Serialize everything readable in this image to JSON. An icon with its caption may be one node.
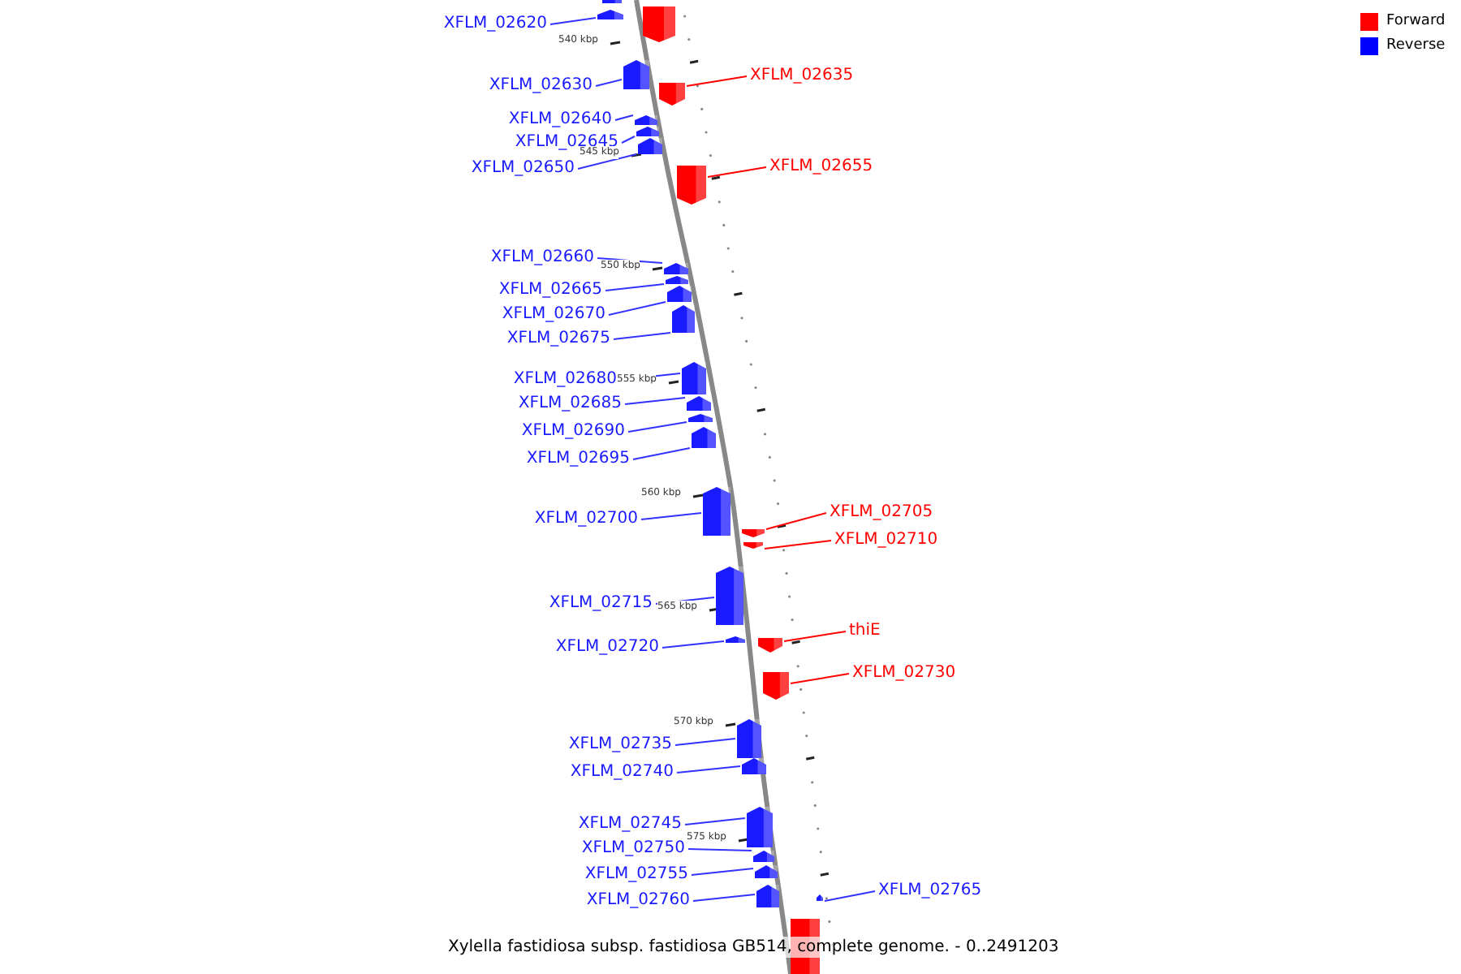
{
  "diagram": {
    "caption": "Xylella fastidiosa subsp. fastidiosa GB514, complete genome. - 0..2491203",
    "nodes": [
      {
        "text": [],
        "shape": "bar"
      },
      {
        "text": [
          "XFLM_02620"
        ]
      },
      {
        "text": [],
        "shape": "bar"
      },
      {
        "text": [],
        "shape": "bar"
      },
      {
        "text": [
          "XFLM_02630"
        ]
      },
      {
        "text": [],
        "shape": "bar"
      },
      {
        "text": [
          "XFLM_02635"
        ]
      },
      {
        "text": [],
        "shape": "bar"
      },
      {
        "text": [
          "XFLM_02640"
        ]
      },
      {
        "text": [],
        "shape": "bar"
      },
      {
        "text": [
          "XFLM_02645"
        ]
      },
      {
        "text": [],
        "shape": "bar"
      },
      {
        "text": [
          "XFLM_02650"
        ]
      },
      {
        "text": [],
        "shape": "bar"
      },
      {
        "text": [
          "XFLM_02655"
        ]
      },
      {
        "text": [],
        "shape": "bar"
      },
      {
        "text": [
          "XFLM_02660"
        ]
      },
      {
        "text": [],
        "shape": "bar"
      },
      {
        "text": [
          "XFLM_02665"
        ]
      },
      {
        "text": [],
        "shape": "bar"
      },
      {
        "text": [
          "XFLM_02670"
        ]
      },
      {
        "text": [],
        "shape": "bar"
      },
      {
        "text": [
          "XFLM_02675"
        ]
      },
      {
        "text": [],
        "shape": "bar"
      },
      {
        "text": [
          "XFLM_02680"
        ]
      },
      {
        "text": [],
        "shape": "bar"
      },
      {
        "text": [
          "XFLM_02685"
        ]
      },
      {
        "text": [],
        "shape": "bar"
      },
      {
        "text": [
          "XFLM_02690"
        ]
      },
      {
        "text": [],
        "shape": "bar"
      },
      {
        "text": [
          "XFLM_02695"
        ]
      },
      {
        "text": [],
        "shape": "bar"
      },
      {
        "text": [
          "XFLM_02700"
        ]
      },
      {
        "text": [],
        "shape": "bar"
      },
      {
        "text": [
          "XFLM_02705"
        ]
      },
      {
        "text": [],
        "shape": "bar"
      },
      {
        "text": [
          "XFLM_02710"
        ]
      },
      {
        "text": [],
        "shape": "bar"
      },
      {
        "text": [
          "XFLM_02715"
        ]
      },
      {
        "text": [],
        "shape": "bar"
      },
      {
        "text": [
          "XFLM_02720"
        ]
      },
      {
        "text": [],
        "shape": "bar"
      },
      {
        "text": [
          "thiE"
        ]
      },
      {
        "text": [],
        "shape": "bar"
      },
      {
        "text": [
          "XFLM_02730"
        ]
      },
      {
        "text": [],
        "shape": "bar"
      },
      {
        "text": [
          "XFLM_02735"
        ]
      },
      {
        "text": [],
        "shape": "bar"
      },
      {
        "text": [
          "XFLM_02740"
        ]
      },
      {
        "text": [],
        "shape": "bar"
      },
      {
        "text": [
          "XFLM_02745"
        ]
      },
      {
        "text": [],
        "shape": "bar"
      },
      {
        "text": [
          "XFLM_02750"
        ]
      },
      {
        "text": [],
        "shape": "bar"
      },
      {
        "text": [
          "XFLM_02755"
        ]
      },
      {
        "text": [],
        "shape": "bar"
      },
      {
        "text": [
          "XFLM_02760"
        ]
      },
      {
        "text": [],
        "shape": "bar"
      },
      {
        "text": [
          "XFLM_02765"
        ]
      },
      {
        "text": [],
        "shape": "bar"
      },
      {
        "text": [],
        "shape": "bar"
      }
    ],
    "edges": [
      {
        "from": 1,
        "to": 2,
        "arrow": "none"
      },
      {
        "from": 4,
        "to": 5,
        "arrow": "none"
      },
      {
        "from": 6,
        "to": 7,
        "arrow": "none",
        "color": "#ff0000"
      },
      {
        "from": 8,
        "to": 9,
        "arrow": "none"
      },
      {
        "from": 10,
        "to": 11,
        "arrow": "none"
      },
      {
        "from": 12,
        "to": 13,
        "arrow": "none"
      },
      {
        "from": 14,
        "to": 15,
        "arrow": "none",
        "color": "#ff0000"
      },
      {
        "from": 16,
        "to": 17,
        "arrow": "none"
      },
      {
        "from": 18,
        "to": 19,
        "arrow": "none"
      },
      {
        "from": 20,
        "to": 21,
        "arrow": "none"
      },
      {
        "from": 22,
        "to": 23,
        "arrow": "none"
      },
      {
        "from": 24,
        "to": 25,
        "arrow": "none"
      },
      {
        "from": 26,
        "to": 27,
        "arrow": "none"
      },
      {
        "from": 28,
        "to": 29,
        "arrow": "none"
      },
      {
        "from": 30,
        "to": 31,
        "arrow": "none"
      },
      {
        "from": 32,
        "to": 33,
        "arrow": "none"
      },
      {
        "from": 34,
        "to": 35,
        "arrow": "none",
        "color": "#ff0000"
      },
      {
        "from": 36,
        "to": 37,
        "arrow": "none",
        "color": "#ff0000"
      },
      {
        "from": 38,
        "to": 39,
        "arrow": "none"
      },
      {
        "from": 40,
        "to": 41,
        "arrow": "none"
      },
      {
        "from": 42,
        "to": 43,
        "arrow": "none",
        "color": "#ff0000"
      },
      {
        "from": 44,
        "to": 45,
        "arrow": "none",
        "color": "#ff0000"
      },
      {
        "from": 46,
        "to": 47,
        "arrow": "none"
      },
      {
        "from": 48,
        "to": 49,
        "arrow": "none"
      },
      {
        "from": 50,
        "to": 51,
        "arrow": "none"
      },
      {
        "from": 52,
        "to": 53,
        "arrow": "none"
      },
      {
        "from": 54,
        "to": 55,
        "arrow": "none"
      },
      {
        "from": 56,
        "to": 57,
        "arrow": "none"
      },
      {
        "from": 58,
        "to": 59,
        "arrow": "none"
      }
    ],
    "labels": [
      "540 kbp",
      "545 kbp",
      "550 kbp",
      "555 kbp",
      "560 kbp",
      "565 kbp",
      "570 kbp",
      "575 kbp"
    ],
    "legend": [
      {
        "text": "Forward",
        "color": "#ff0000"
      },
      {
        "text": "Reverse",
        "color": "#0000ff"
      }
    ]
  }
}
